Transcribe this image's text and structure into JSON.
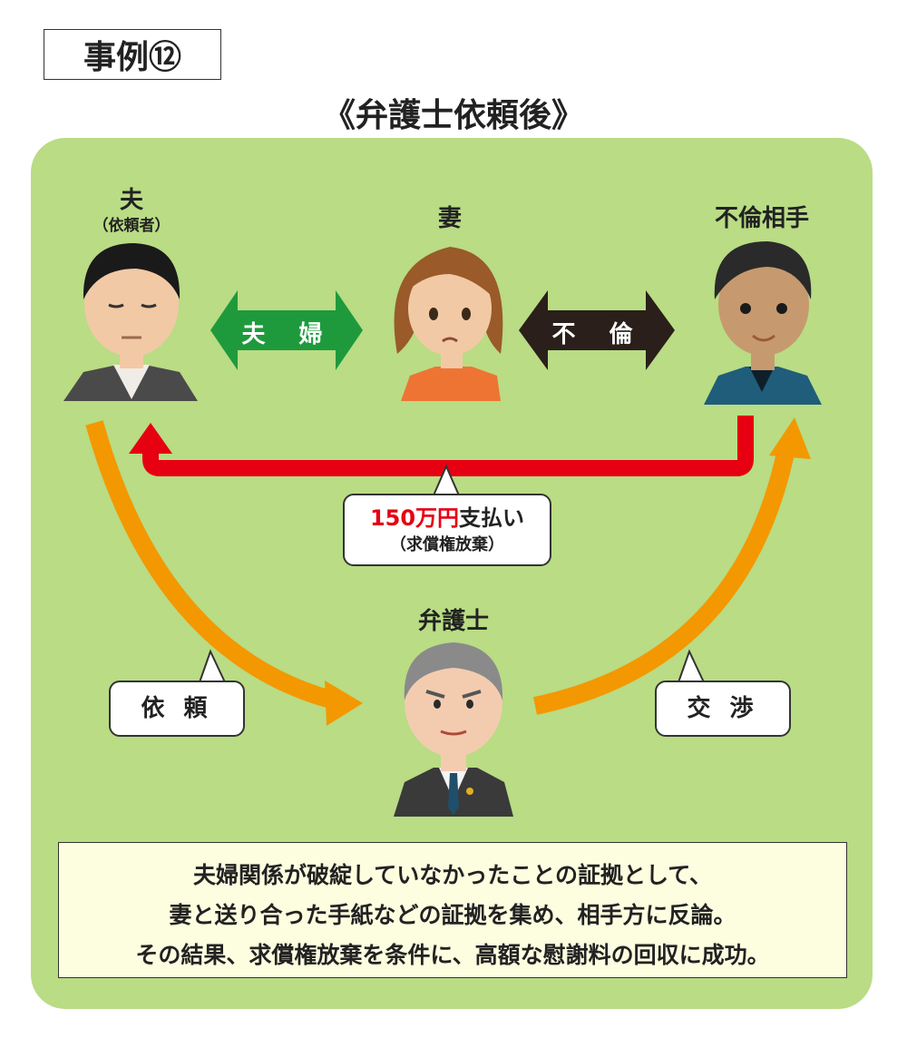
{
  "case_label": "事例⑫",
  "heading": "《弁護士依頼後》",
  "people": {
    "husband": {
      "name": "夫",
      "sub": "（依頼者）"
    },
    "wife": {
      "name": "妻"
    },
    "partner": {
      "name": "不倫相手"
    },
    "lawyer": {
      "name": "弁護士"
    }
  },
  "relations": {
    "couple": "夫 婦",
    "affair": "不 倫"
  },
  "payment": {
    "amount": "150万円",
    "action": "支払い",
    "note": "（求償権放棄）"
  },
  "callouts": {
    "request": "依 頼",
    "negotiate": "交 渉"
  },
  "summary": [
    "夫婦関係が破綻していなかったことの証拠として、",
    "妻と送り合った手紙などの証拠を集め、相手方に反論。",
    "その結果、求償権放棄を条件に、高額な慰謝料の回収に成功。"
  ],
  "colors": {
    "panel": "#b9dc84",
    "couple_arrow": "#1e9a3c",
    "affair_arrow": "#2a1f1a",
    "payment_arrow": "#e60012",
    "flow_arrow": "#f39800",
    "amount_text": "#e60012"
  }
}
